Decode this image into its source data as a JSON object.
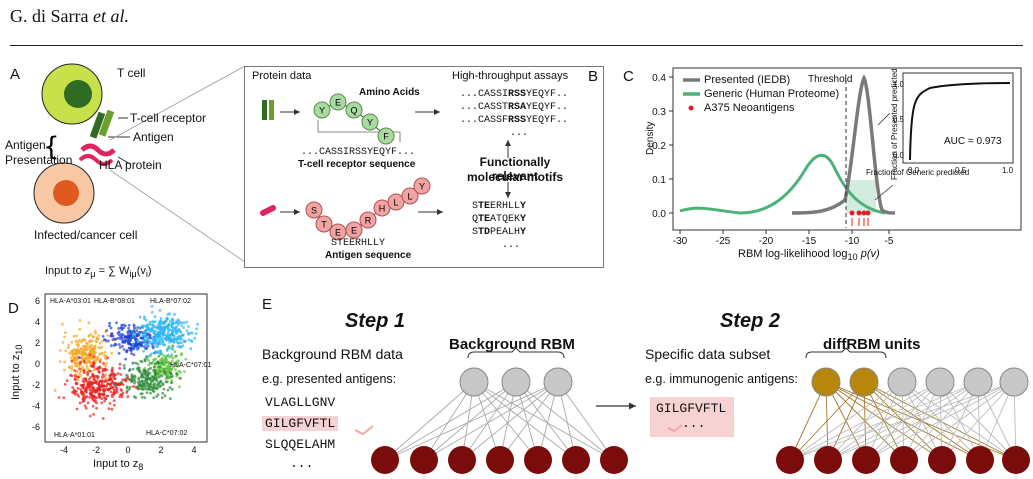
{
  "header": {
    "author": "G. di Sarra",
    "etal": "et al."
  },
  "panels": {
    "A": "A",
    "B": "B",
    "C": "C",
    "D": "D",
    "E": "E"
  },
  "panelA": {
    "t_cell": "T cell",
    "tcr": "T-cell receptor",
    "antigen": "Antigen",
    "antigen_presentation_1": "Antigen",
    "antigen_presentation_2": "Presentation",
    "hla": "HLA protein",
    "infected": "Infected/cancer cell"
  },
  "panelB": {
    "protein_data": "Protein data",
    "assays": "High-throughput assays",
    "amino_acids": "Amino Acids",
    "tcr_beads": [
      "Y",
      "E",
      "Q",
      "Y",
      "F"
    ],
    "tcr_seq": "...CASSIRSSYEQYF...",
    "tcr_caption": "T-cell receptor sequence",
    "antigen_beads": [
      "S",
      "T",
      "E",
      "E",
      "R",
      "H",
      "L",
      "L",
      "Y"
    ],
    "antigen_seq": "STEERHLLY",
    "antigen_caption": "Antigen sequence",
    "motif_1": "Functionally relevant",
    "motif_2": "molecular motifs",
    "tcr_lines": [
      {
        "pre": "...CASSI",
        "bold": "RSS",
        "post": "YEQYF.."
      },
      {
        "pre": "...CASST",
        "bold": "RSA",
        "post": "YEQYF.."
      },
      {
        "pre": "...CASSF",
        "bold": "RSS",
        "post": "YEQYF.."
      }
    ],
    "tcr_ellipsis": "...",
    "antigen_lines": [
      {
        "pre": "S",
        "bold": "TE",
        "post": "ERHLL",
        "end": "Y"
      },
      {
        "pre": "Q",
        "bold": "TE",
        "post": "ATQEK",
        "end": "Y"
      },
      {
        "pre": "S",
        "bold": "TD",
        "post": "PEALH",
        "end": "Y"
      }
    ],
    "antigen_ellipsis": "..."
  },
  "panelC": {
    "legend": [
      "Presented (IEDB)",
      "Generic (Human Proteome)",
      "A375 Neoantigens"
    ],
    "threshold": "Threshold",
    "ylabel": "Density",
    "xlabel": "RBM log-likelihood log",
    "xlabel_sub": "10",
    "xlabel_tail": " p(v)",
    "yticks": [
      "0.4",
      "0.3",
      "0.2",
      "0.1",
      "0.0"
    ],
    "xticks": [
      "-30",
      "-25",
      "-20",
      "-15",
      "-10",
      "-5"
    ],
    "inset_ylabel_1": "Fraction of Presented predicted",
    "inset_xlabel": "Fraction of Generic predicted",
    "inset_ticks": [
      "0.0",
      "0.5",
      "1.0"
    ],
    "auc": "AUC = 0.973",
    "colors": {
      "presented": "#7a7a7a",
      "generic": "#4cb27a",
      "neo": "#e02020"
    }
  },
  "panelD": {
    "title_prefix": "Input to",
    "title_z": "z",
    "title_sub": "μ",
    "title_eq": "= ∑ W",
    "title_w_sub": "iμ",
    "title_tail": "(v",
    "title_v_sub": "i",
    "title_end": ")",
    "title_sum_sub": "i",
    "ylabel": "Input to z",
    "ylabel_sub": "10",
    "xlabel": "Input to z",
    "xlabel_sub": "8",
    "labels": [
      "HLA-A*03:01",
      "HLA-B*08:01",
      "HLA-B*07:02",
      "HLA-C*07:01",
      "HLA-A*01:01",
      "HLA-C*07:02"
    ],
    "yticks": [
      "6",
      "4",
      "2",
      "0",
      "-2",
      "-4",
      "-6"
    ],
    "xticks": [
      "-4",
      "-2",
      "0",
      "2",
      "4"
    ],
    "colors": [
      "#f5a623",
      "#1f3fd0",
      "#29b6f6",
      "#5cc23a",
      "#e8201f",
      "#2e8b3a"
    ]
  },
  "panelE": {
    "step1": "Step 1",
    "step2": "Step 2",
    "bg_rbm_data": "Background RBM data",
    "bg_eg": "e.g. presented antigens:",
    "bg_seqs": [
      "VLAGLLGNV",
      "GILGFVFTL",
      "SLQQELAHM",
      "..."
    ],
    "bg_rbm": "Background RBM",
    "specific": "Specific data subset",
    "specific_eg": "e.g. immunogenic antigens:",
    "specific_seqs": [
      "GILGFVFTL",
      "..."
    ],
    "diffrbm": "diffRBM units"
  }
}
